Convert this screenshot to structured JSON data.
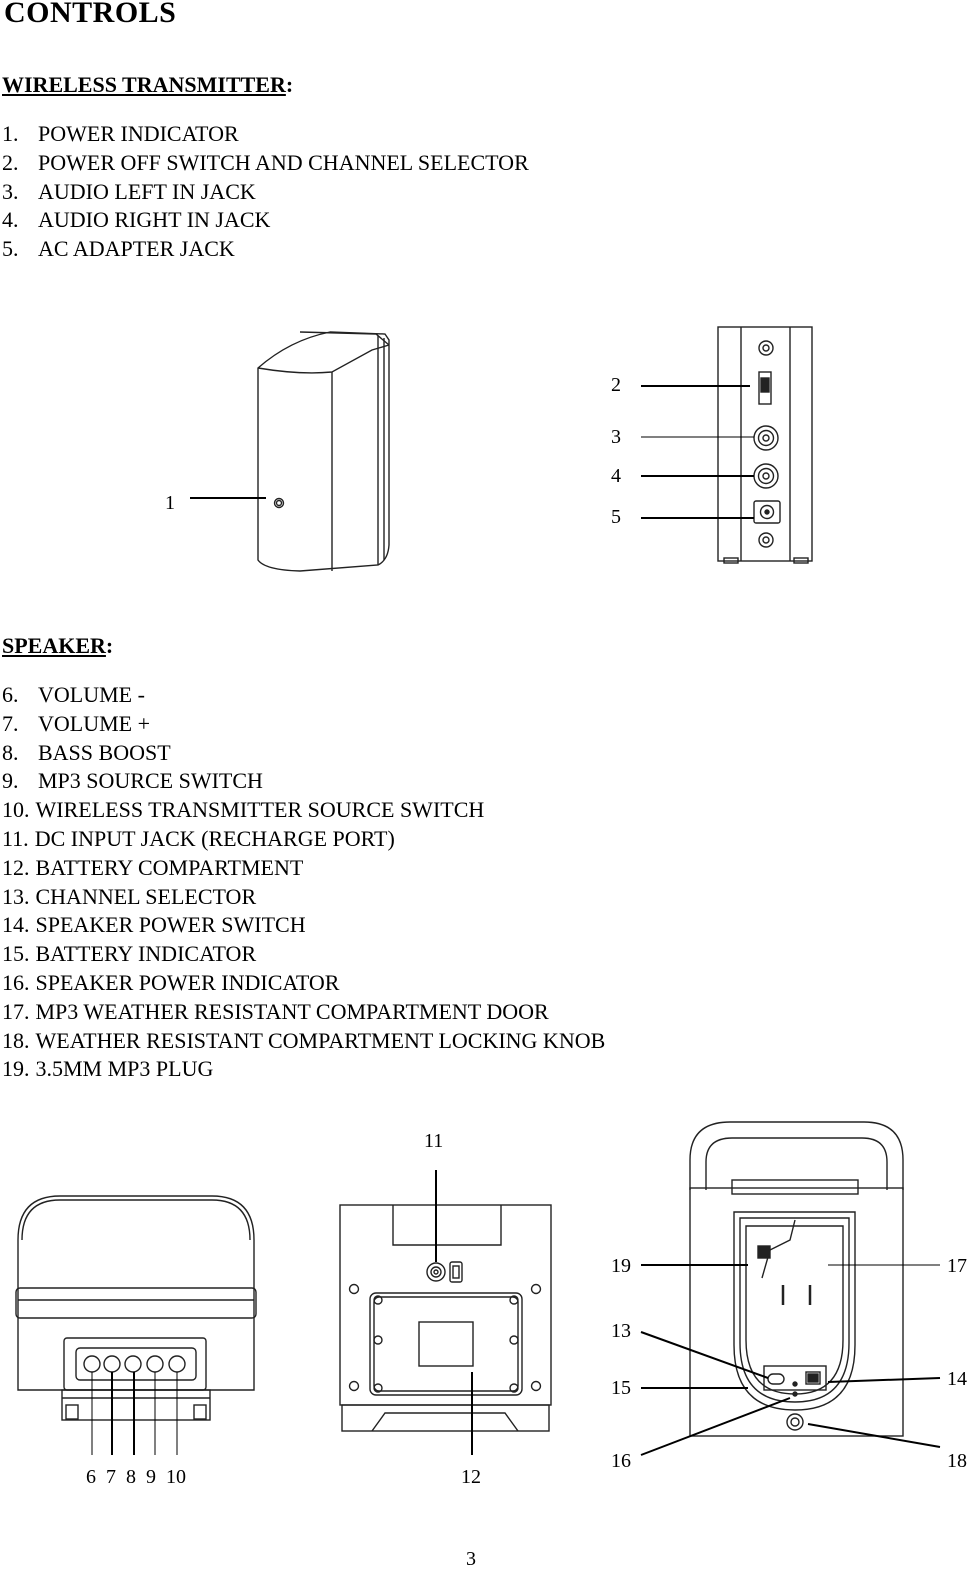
{
  "title": "CONTROLS",
  "transmitter": {
    "heading": "WIRELESS TRANSMITTER",
    "colon": ":",
    "items": [
      {
        "num": "1.",
        "label": "POWER INDICATOR"
      },
      {
        "num": "2.",
        "label": "POWER OFF SWITCH AND CHANNEL SELECTOR"
      },
      {
        "num": "3.",
        "label": "AUDIO LEFT IN JACK"
      },
      {
        "num": "4.",
        "label": "AUDIO RIGHT IN JACK"
      },
      {
        "num": "5.",
        "label": "AC ADAPTER JACK"
      }
    ],
    "callouts": [
      "1",
      "2",
      "3",
      "4",
      "5"
    ]
  },
  "speaker": {
    "heading": "SPEAKER",
    "colon": ":",
    "items": [
      {
        "num": "6.",
        "label": "VOLUME -"
      },
      {
        "num": "7.",
        "label": "VOLUME +"
      },
      {
        "num": "8.",
        "label": "BASS BOOST"
      },
      {
        "num": "9.",
        "label": "MP3 SOURCE SWITCH"
      },
      {
        "num": "10.",
        "label": "WIRELESS TRANSMITTER SOURCE SWITCH"
      },
      {
        "num": "11.",
        "label": "DC INPUT JACK (RECHARGE PORT)"
      },
      {
        "num": "12.",
        "label": "BATTERY COMPARTMENT"
      },
      {
        "num": "13.",
        "label": "CHANNEL SELECTOR"
      },
      {
        "num": "14.",
        "label": "SPEAKER POWER SWITCH"
      },
      {
        "num": "15.",
        "label": "BATTERY INDICATOR"
      },
      {
        "num": "16.",
        "label": "SPEAKER POWER INDICATOR"
      },
      {
        "num": "17.",
        "label": "MP3 WEATHER RESISTANT COMPARTMENT DOOR"
      },
      {
        "num": "18.",
        "label": "WEATHER RESISTANT COMPARTMENT LOCKING KNOB"
      },
      {
        "num": "19.",
        "label": "3.5MM MP3 PLUG"
      }
    ],
    "callouts": {
      "top_row": "6  7  8  9  10",
      "c11": "11",
      "c12": "12",
      "c13": "13",
      "c14": "14",
      "c15": "15",
      "c16": "16",
      "c17": "17",
      "c18": "18",
      "c19": "19"
    }
  },
  "page_number": "3"
}
